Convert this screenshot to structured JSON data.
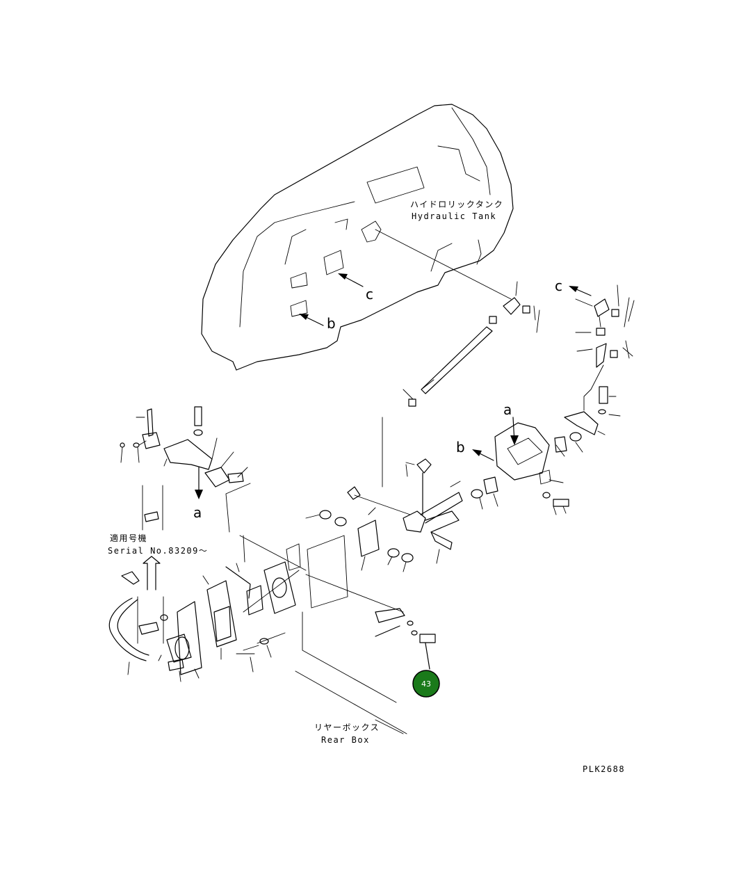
{
  "drawing_code": "PLK2688",
  "labels": {
    "tank_jp": "ハイドロリックタンク",
    "tank_en": "Hydraulic Tank",
    "rear_jp": "リヤーボックス",
    "rear_en": "Rear Box",
    "serial_jp": "適用号機",
    "serial_en": "Serial No.83209～"
  },
  "view_letters": {
    "a": "a",
    "b": "b",
    "c": "c"
  },
  "callout": {
    "number": "43",
    "color": "#1a7a1a"
  }
}
